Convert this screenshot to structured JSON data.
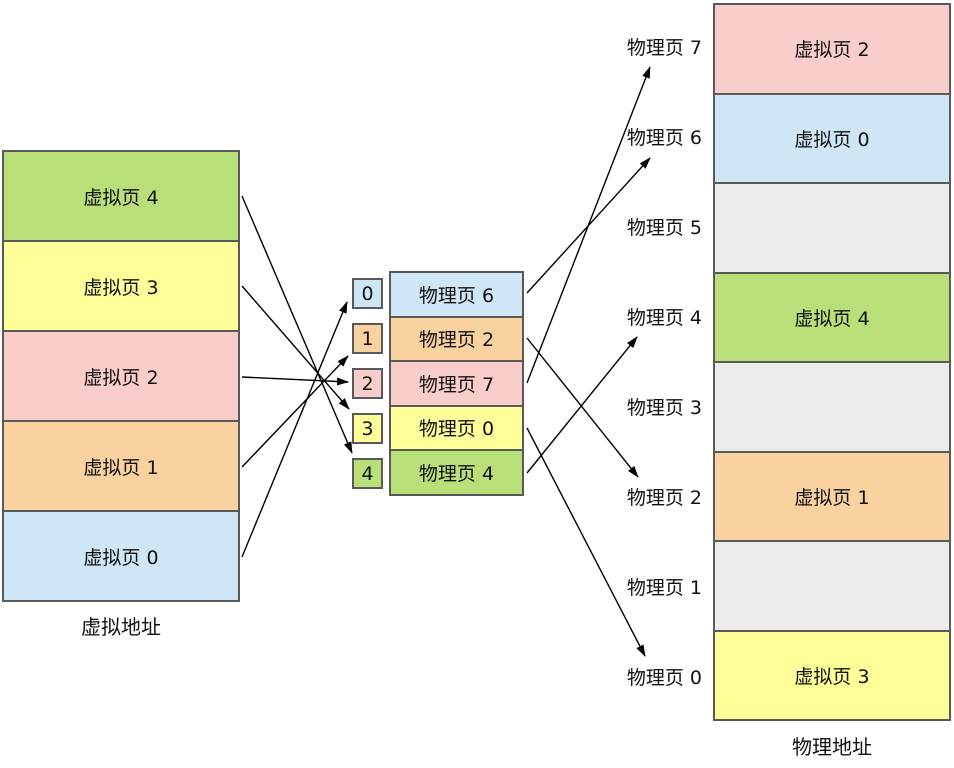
{
  "colors": {
    "green": "#b9df79",
    "yellow": "#ffff99",
    "pink": "#f9cdca",
    "orange": "#fad2a0",
    "blue": "#cfe6f7",
    "gray": "#ececec",
    "border": "#595959"
  },
  "virtual_memory": {
    "caption": "虚拟地址",
    "pages": [
      {
        "name": "虚拟页 4",
        "color": "#b9df79"
      },
      {
        "name": "虚拟页 3",
        "color": "#ffff99"
      },
      {
        "name": "虚拟页 2",
        "color": "#f9cdca"
      },
      {
        "name": "虚拟页 1",
        "color": "#fad2a0"
      },
      {
        "name": "虚拟页 0",
        "color": "#cfe6f7"
      }
    ]
  },
  "page_table": {
    "rows": [
      {
        "index": "0",
        "entry": "物理页 6",
        "color": "#cfe6f7"
      },
      {
        "index": "1",
        "entry": "物理页 2",
        "color": "#fad2a0"
      },
      {
        "index": "2",
        "entry": "物理页 7",
        "color": "#f9cdca"
      },
      {
        "index": "3",
        "entry": "物理页 0",
        "color": "#ffff99"
      },
      {
        "index": "4",
        "entry": "物理页 4",
        "color": "#b9df79"
      }
    ]
  },
  "physical_memory": {
    "caption": "物理地址",
    "slots": [
      {
        "label": "物理页 7",
        "content": "虚拟页 2",
        "color": "#f9cdca"
      },
      {
        "label": "物理页 6",
        "content": "虚拟页 0",
        "color": "#cfe6f7"
      },
      {
        "label": "物理页 5",
        "content": "",
        "color": "#ececec"
      },
      {
        "label": "物理页 4",
        "content": "虚拟页 4",
        "color": "#b9df79"
      },
      {
        "label": "物理页 3",
        "content": "",
        "color": "#ececec"
      },
      {
        "label": "物理页 2",
        "content": "虚拟页 1",
        "color": "#fad2a0"
      },
      {
        "label": "物理页 1",
        "content": "",
        "color": "#ececec"
      },
      {
        "label": "物理页 0",
        "content": "虚拟页 3",
        "color": "#ffff99"
      }
    ]
  },
  "mappings": [
    {
      "from": "虚拟页 0",
      "table_index": "0",
      "to": "物理页 6"
    },
    {
      "from": "虚拟页 1",
      "table_index": "1",
      "to": "物理页 2"
    },
    {
      "from": "虚拟页 2",
      "table_index": "2",
      "to": "物理页 7"
    },
    {
      "from": "虚拟页 3",
      "table_index": "3",
      "to": "物理页 0"
    },
    {
      "from": "虚拟页 4",
      "table_index": "4",
      "to": "物理页 4"
    }
  ]
}
